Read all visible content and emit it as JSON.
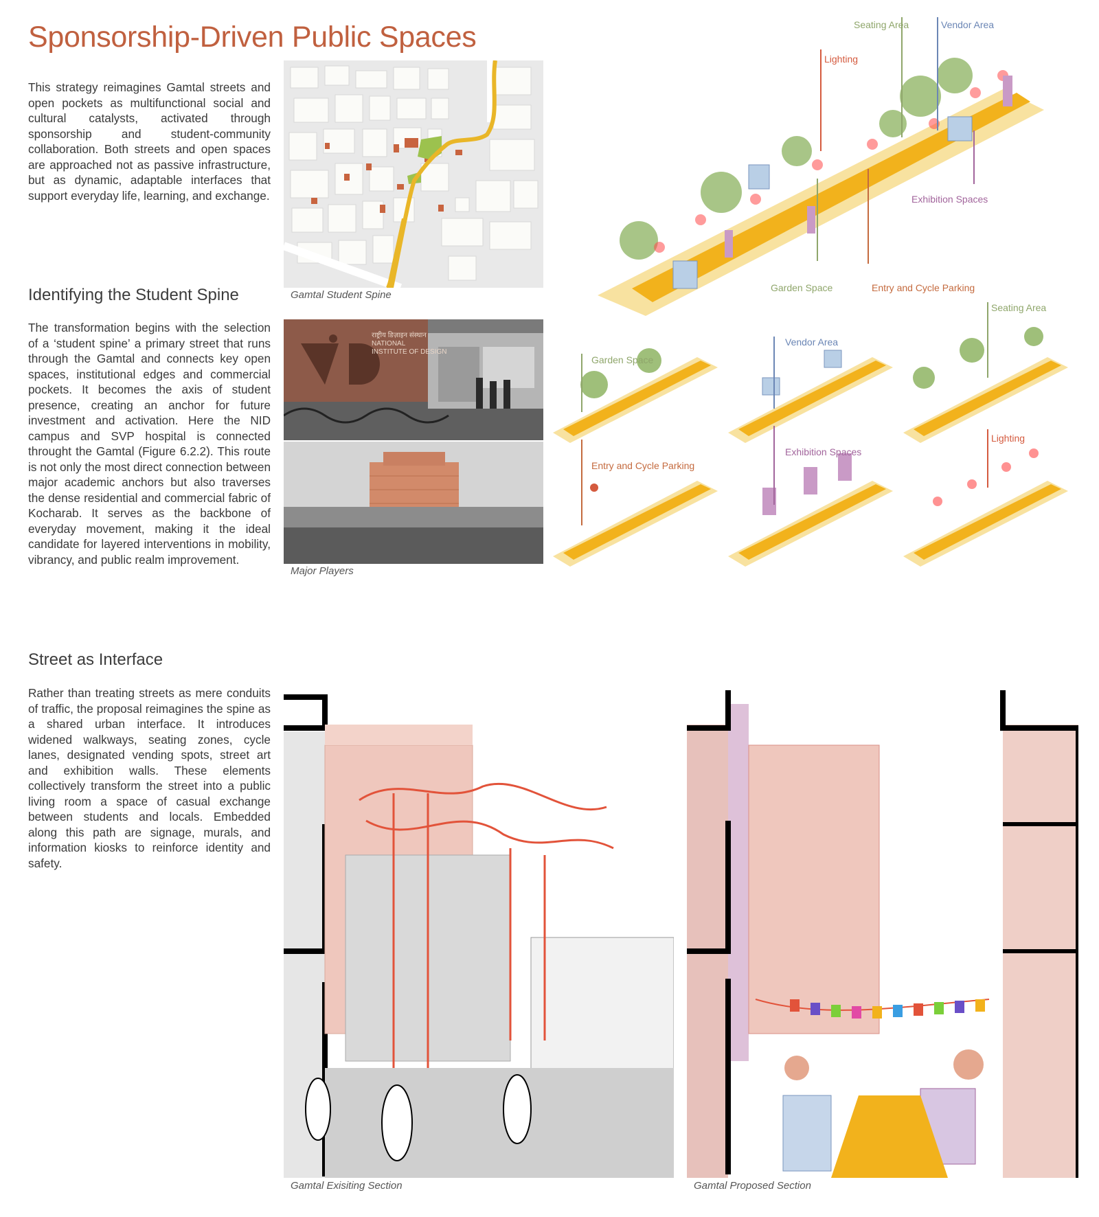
{
  "title": "Sponsorship-Driven Public Spaces",
  "intro": "This strategy reimagines Gamtal streets and open pockets as multifunctional social and cultural catalysts, activated through sponsorship and student-community collaboration. Both streets and open spaces are approached not as passive infrastructure, but as dynamic, adaptable interfaces that support everyday life, learning, and exchange.",
  "section_spine": {
    "heading": "Identifying the Student Spine",
    "body": "The transformation begins with the selection of a ‘student spine’ a primary street that runs through the Gamtal and connects key open spaces, institutional edges and commercial pockets. It becomes the axis of student presence, creating an anchor for future investment and activation. Here the NID campus and SVP hospital is connected throught the Gamtal (Figure 6.2.2). This route is not only the most direct connection between major academic anchors but also traverses the dense residential and commercial fabric of Kocharab. It serves as the backbone of everyday movement, making it the ideal candidate for layered interventions in mobility, vibrancy, and public realm improvement."
  },
  "section_street": {
    "heading": "Street as Interface",
    "body": "Rather than treating streets as mere conduits of traffic, the proposal reimagines the spine as a shared urban interface. It introduces widened walkways, seating zones, cycle lanes, designated vending spots, street art and exhibition walls. These elements collectively transform the street into a public living room a space of casual exchange between students and locals. Embedded along this path are signage, murals, and information kiosks to reinforce identity and safety."
  },
  "captions": {
    "map": "Gamtal Student Spine",
    "players": "Major Players",
    "existing": "Gamtal Exisiting Section",
    "proposed": "Gamtal Proposed Section"
  },
  "photo_sign": {
    "hindi": "राष्ट्रीय डिज़ाइन संस्थान",
    "line1": "NATIONAL",
    "line2": "INSTITUTE OF DESIGN"
  },
  "axon_labels": {
    "seating": "Seating Area",
    "vendor": "Vendor Area",
    "lighting": "Lighting",
    "exhibition": "Exhibition Spaces",
    "garden": "Garden Space",
    "entry": "Entry and Cycle Parking"
  },
  "small_labels": {
    "garden": "Garden Space",
    "vendor": "Vendor Area",
    "seating": "Seating Area",
    "entry": "Entry and Cycle Parking",
    "exhibition": "Exhibition Spaces",
    "lighting": "Lighting"
  },
  "colors": {
    "title": "#c0603f",
    "street": "#f2b21c",
    "street_edge": "#f8e2a0",
    "seating": "#8fa66b",
    "vendor": "#6b86b5",
    "lighting": "#d45a3e",
    "exhibition": "#a2659c",
    "garden": "#8fa66b",
    "entry": "#c46a3e",
    "building_pink": "#e9b9ad",
    "wire_red": "#e2533a"
  }
}
